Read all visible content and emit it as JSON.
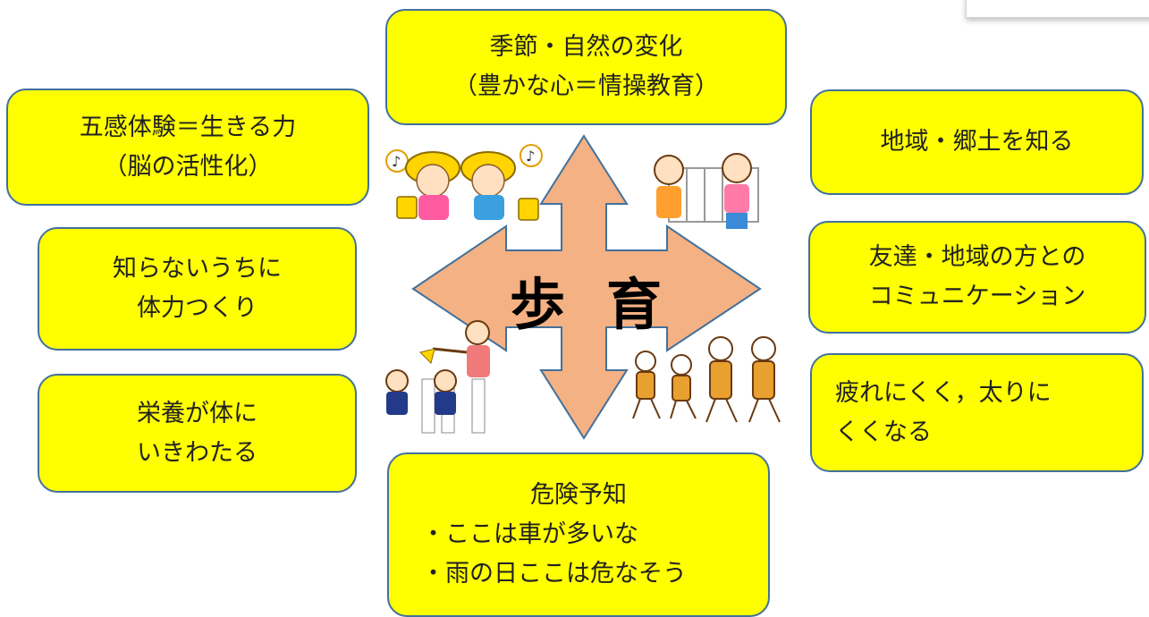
{
  "center": {
    "char1": "歩",
    "char2": "育"
  },
  "boxes": {
    "top": {
      "line1": "季節・自然の変化",
      "line2": "（豊かな心＝情操教育）"
    },
    "top_left": {
      "line1": "五感体験＝生きる力",
      "line2": "（脳の活性化）"
    },
    "top_right": {
      "line1": "地域・郷土を知る"
    },
    "left_mid": {
      "line1": "知らないうちに",
      "line2": "体力つくり"
    },
    "right_mid": {
      "line1": "友達・地域の方との",
      "line2": "コミュニケーション"
    },
    "left_bottom": {
      "line1": "栄養が体に",
      "line2": "いきわたる"
    },
    "right_bottom": {
      "line1": "疲れにくく，太りに",
      "line2": "くくなる"
    },
    "bottom": {
      "line1": "危険予知",
      "line2": "・ここは車が多いな",
      "line3": "・雨の日ここは危なそう"
    }
  },
  "colors": {
    "box_fill": "#ffff00",
    "box_border": "#41719c",
    "arrow_fill": "#f4b183",
    "arrow_border": "#41719c"
  }
}
